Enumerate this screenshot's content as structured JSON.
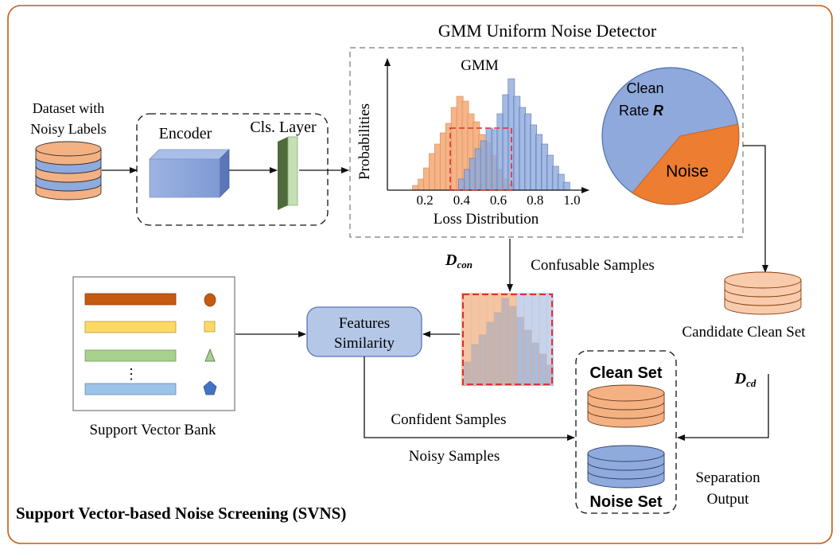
{
  "detector": {
    "title": "GMM Uniform Noise Detector",
    "gmm_label": "GMM",
    "y_axis_label": "Probabilities",
    "x_axis_label": "Loss Distribution",
    "x_ticks": [
      "0.2",
      "0.4",
      "0.6",
      "0.8",
      "1.0"
    ]
  },
  "dataset_label": [
    "Dataset with",
    "Noisy Labels"
  ],
  "encoder_label": "Encoder",
  "cls_layer_label": "Cls. Layer",
  "pie": {
    "clean_label_line1": "Clean",
    "clean_label_line2_prefix": "Rate ",
    "clean_label_symbol": "R",
    "noise_label": "Noise",
    "clean_color": "#8fa9dc",
    "noise_color": "#ed7d31"
  },
  "d_con": {
    "base": "D",
    "sub": "con"
  },
  "confusable_label": "Confusable Samples",
  "candidate_clean_label": "Candidate Clean Set",
  "d_cd": {
    "base": "D",
    "sub": "cd"
  },
  "features_similarity": [
    "Features",
    "Similarity"
  ],
  "support_vector_bank_label": "Support Vector Bank",
  "bank_ellipsis": "⋮",
  "bank_colors": [
    "#c55a11",
    "#ffd966",
    "#a9d18e",
    "#9dc3e6"
  ],
  "confident_label": "Confident Samples",
  "noisy_label": "Noisy Samples",
  "clean_set_label": "Clean Set",
  "noise_set_label": "Noise Set",
  "separation_output": [
    "Separation",
    "Output"
  ],
  "footer_title": "Support Vector-based Noise Screening (SVNS)",
  "colors": {
    "frame": "#c55a11",
    "orange_hist": "#f4b183",
    "blue_hist": "#8faadc",
    "red_dash": "#e03030",
    "encoder_fill": "#8faadc",
    "cls_fill": "#c5e0b4",
    "box_fill": "#b4c7e7"
  }
}
